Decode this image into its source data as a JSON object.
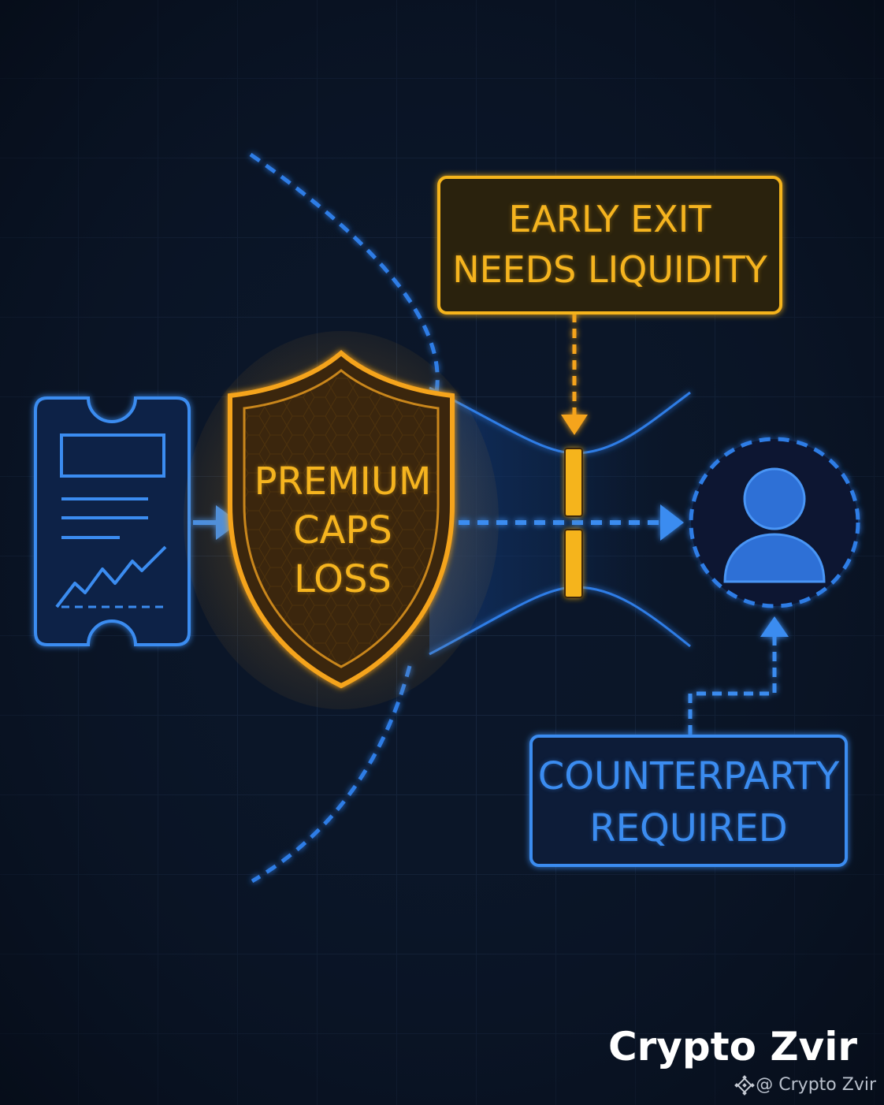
{
  "labels": {
    "exit_box": {
      "line1": "EARLY EXIT",
      "line2": "NEEDS LIQUIDITY"
    },
    "shield": {
      "line1": "PREMIUM",
      "line2": "CAPS",
      "line3": "LOSS"
    },
    "counterparty_box": {
      "line1": "COUNTERPARTY",
      "line2": "REQUIRED"
    }
  },
  "branding": {
    "title": "Crypto Zvir",
    "handle": "@ Crypto Zvir",
    "logo_icon": "diamond-logo-icon"
  },
  "icons": {
    "document": "option-ticket-icon",
    "shield": "shield-icon",
    "person": "user-icon",
    "gate": "liquidity-gate-icon"
  },
  "colors": {
    "background": "#0b1628",
    "grid": "#1a2a44",
    "accent_yellow": "#f5b41f",
    "accent_blue": "#3b8cf0",
    "shield_fill": "#3a2608"
  }
}
